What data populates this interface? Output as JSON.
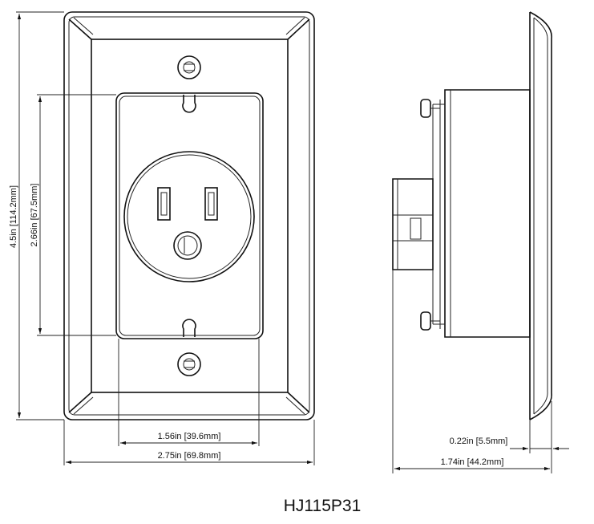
{
  "model": "HJ115P31",
  "dimensions": {
    "plate_height": "4.5in [114.2mm]",
    "opening_height": "2.66in [67.5mm]",
    "opening_width": "1.56in [39.6mm]",
    "plate_width": "2.75in [69.8mm]",
    "plate_thickness": "0.22in [5.5mm]",
    "total_depth": "1.74in [44.2mm]"
  }
}
